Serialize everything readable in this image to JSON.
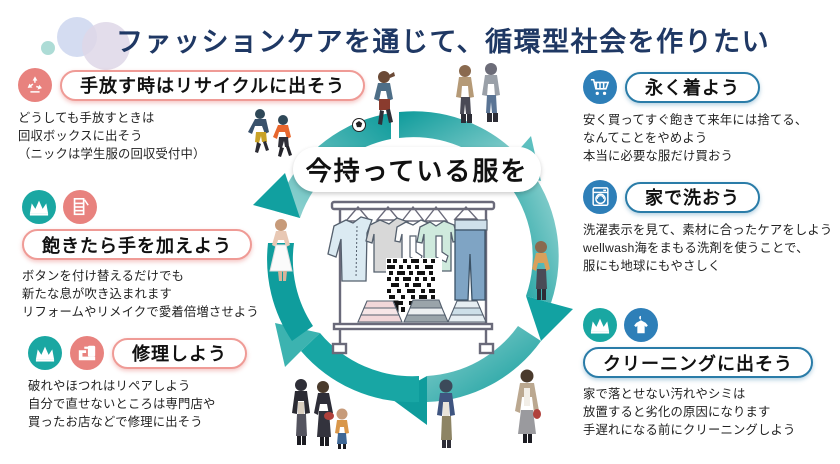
{
  "page": {
    "title": "ファッションケアを通じて、循環型社会を作りたい",
    "center_label": "今持っている服を",
    "accent_salmon": "#e8827e",
    "accent_teal": "#1aa7a2",
    "accent_blue": "#2e7fb8",
    "title_color": "#1f3864",
    "background": "#ffffff"
  },
  "left_sections": [
    {
      "id": "recycle",
      "icons": [
        {
          "name": "recycle-icon",
          "color": "#e8827e"
        }
      ],
      "heading": "手放す時はリサイクルに出そう",
      "heading_style": "salmon",
      "body": "どうしても手放すときは\n回収ボックスに出そう\n（ニックは学生服の回収受付中）"
    },
    {
      "id": "add-a-touch",
      "icons": [
        {
          "name": "wash-crown-icon",
          "color": "#1aa7a2"
        },
        {
          "name": "thread-spool-icon",
          "color": "#e8827e"
        }
      ],
      "heading": "飽きたら手を加えよう",
      "heading_style": "salmon",
      "body": "ボタンを付け替えるだけでも\n新たな息が吹き込まれます\nリフォームやリメイクで愛着倍増させよう"
    },
    {
      "id": "repair",
      "icons": [
        {
          "name": "wash-crown-icon",
          "color": "#1aa7a2"
        },
        {
          "name": "sewing-machine-icon",
          "color": "#e8827e"
        }
      ],
      "heading": "修理しよう",
      "heading_style": "salmon",
      "body": "破れやほつれはリペアしよう\n自分で直せないところは専門店や\n買ったお店などで修理に出そう"
    }
  ],
  "right_sections": [
    {
      "id": "wear-long",
      "icons": [
        {
          "name": "shopping-cart-icon",
          "color": "#2e7fb8"
        }
      ],
      "heading": "永く着よう",
      "heading_style": "blue",
      "body": "安く買ってすぐ飽きて来年には捨てる、\nなんてことをやめよう\n本当に必要な服だけ買おう"
    },
    {
      "id": "wash-at-home",
      "icons": [
        {
          "name": "washing-machine-icon",
          "color": "#2e7fb8"
        }
      ],
      "heading": "家で洗おう",
      "heading_style": "blue",
      "body": "洗濯表示を見て、素材に合ったケアをしよう\nwellwash海をまもる洗剤を使うことで、\n服にも地球にもやさしく"
    },
    {
      "id": "dry-cleaning",
      "icons": [
        {
          "name": "wash-crown-icon",
          "color": "#1aa7a2"
        },
        {
          "name": "hanger-shirt-icon",
          "color": "#2e7fb8"
        }
      ],
      "heading": "クリーニングに出そう",
      "heading_style": "blue",
      "body": "家で落とせない汚れやシミは\n放置すると劣化の原因になります\n手遅れになる前にクリーニングしよう"
    }
  ],
  "decorations": {
    "bubbles": [
      "teal-bubble",
      "blue-bubble",
      "purple-bubble"
    ],
    "ring": "circular-arrow-ring",
    "rack": "clothes-rack-illustration",
    "qr": "qr-code-overlay"
  }
}
